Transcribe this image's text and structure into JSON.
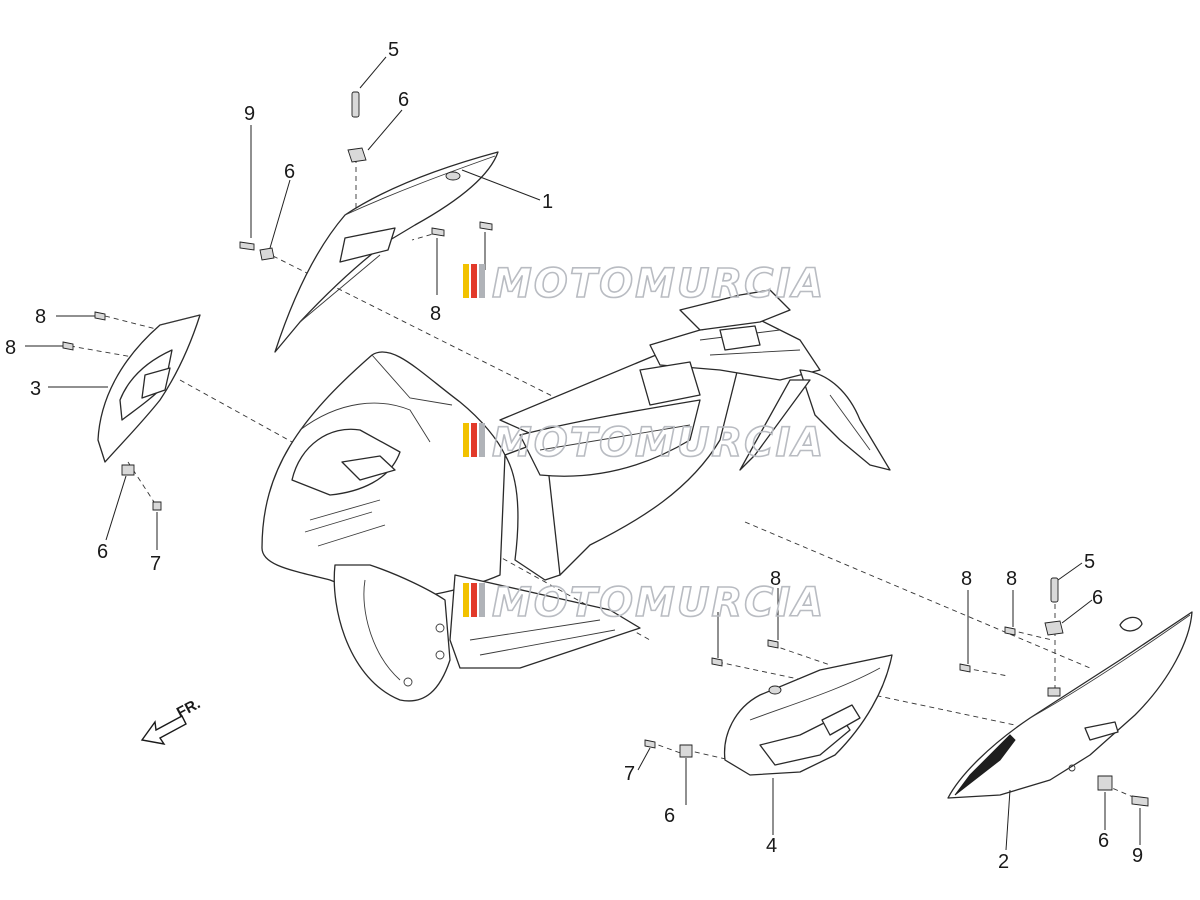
{
  "watermark": {
    "text": "MOTOMURCIA",
    "colors": [
      "#f2c200",
      "#e23a2a",
      "#b0b3b8"
    ]
  },
  "direction": {
    "label": "FR."
  },
  "callouts": [
    {
      "id": "c1",
      "label": "1"
    },
    {
      "id": "c2",
      "label": "2"
    },
    {
      "id": "c3",
      "label": "3"
    },
    {
      "id": "c4",
      "label": "4"
    },
    {
      "id": "c5a",
      "label": "5"
    },
    {
      "id": "c5b",
      "label": "5"
    },
    {
      "id": "c6a",
      "label": "6"
    },
    {
      "id": "c6b",
      "label": "6"
    },
    {
      "id": "c6c",
      "label": "6"
    },
    {
      "id": "c6d",
      "label": "6"
    },
    {
      "id": "c6e",
      "label": "6"
    },
    {
      "id": "c6f",
      "label": "6"
    },
    {
      "id": "c7a",
      "label": "7"
    },
    {
      "id": "c7b",
      "label": "7"
    },
    {
      "id": "c8a",
      "label": "8"
    },
    {
      "id": "c8b",
      "label": "8"
    },
    {
      "id": "c8c",
      "label": "8"
    },
    {
      "id": "c8d",
      "label": "8"
    },
    {
      "id": "c8e",
      "label": "8"
    },
    {
      "id": "c8f",
      "label": "8"
    },
    {
      "id": "c9a",
      "label": "9"
    },
    {
      "id": "c9b",
      "label": "9"
    }
  ]
}
